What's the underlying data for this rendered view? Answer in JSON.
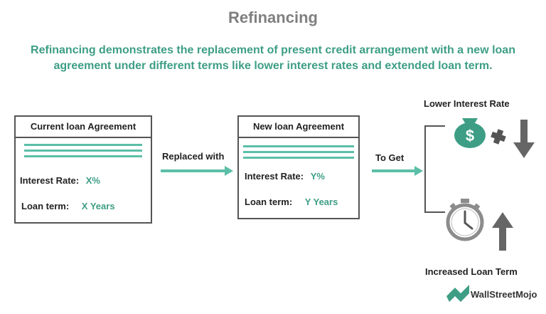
{
  "title": "Refinancing",
  "subtitle": "Refinancing demonstrates the replacement of present credit arrangement with a new loan agreement under different terms like lower interest rates and extended loan term.",
  "current_box": {
    "heading": "Current loan Agreement",
    "rate_label": "Interest Rate:",
    "rate_value": "X%",
    "term_label": "Loan term:",
    "term_value": "X Years"
  },
  "new_box": {
    "heading": "New loan Agreement",
    "rate_label": "Interest Rate:",
    "rate_value": "Y%",
    "term_label": "Loan term:",
    "term_value": "Y Years"
  },
  "arrow1_label": "Replaced with",
  "arrow2_label": "To Get",
  "outcome_top_label": "Lower Interest Rate",
  "outcome_bottom_label": "Increased Loan Term",
  "logo_text": "WallStreetMojo",
  "colors": {
    "accent": "#5bbfa7",
    "accent_dark": "#3d9e85",
    "title_gray": "#7f7f7f",
    "icon_gray": "#8c8c8c"
  },
  "icons": [
    "money-bag-icon",
    "plus-icon",
    "down-arrow-icon",
    "stopwatch-icon",
    "up-arrow-icon",
    "wallstreetmojo-logo-icon"
  ]
}
